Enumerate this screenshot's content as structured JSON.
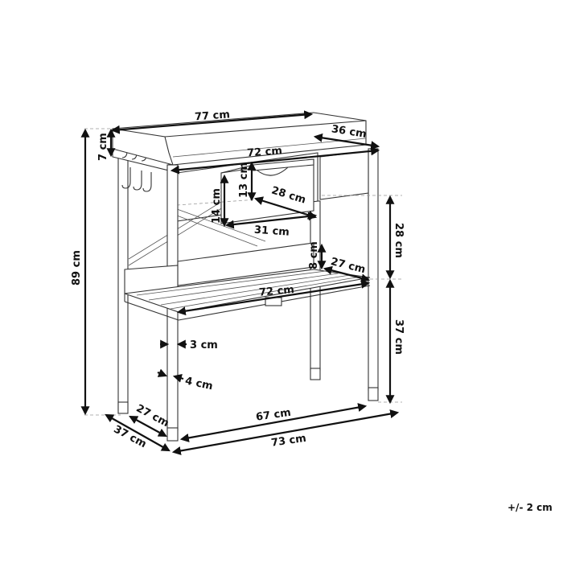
{
  "diagram": {
    "subject": "potting bench with drawer, hooks and slatted shelf",
    "colors": {
      "line": "#333333",
      "dimension": "#111111",
      "background": "#ffffff"
    },
    "dimensions": {
      "top_width": "77 cm",
      "top_depth": "36 cm",
      "back_board_height": "7 cm",
      "inner_width": "72 cm",
      "drawer_height": "13 cm",
      "drawer_depth": "28 cm",
      "cabinet_height": "14 cm",
      "cabinet_width": "31 cm",
      "total_height": "89 cm",
      "upper_clearance": "28 cm",
      "shelf_lip_height": "8 cm",
      "shelf_depth": "27 cm",
      "shelf_width": "72 cm",
      "shelf_height": "37 cm",
      "leg_width": "3 cm",
      "leg_depth": "4 cm",
      "inner_depth": "27 cm",
      "outer_depth": "37 cm",
      "inner_base_width": "67 cm",
      "outer_base_width": "73 cm"
    },
    "tolerance": "+/- 2 cm"
  }
}
